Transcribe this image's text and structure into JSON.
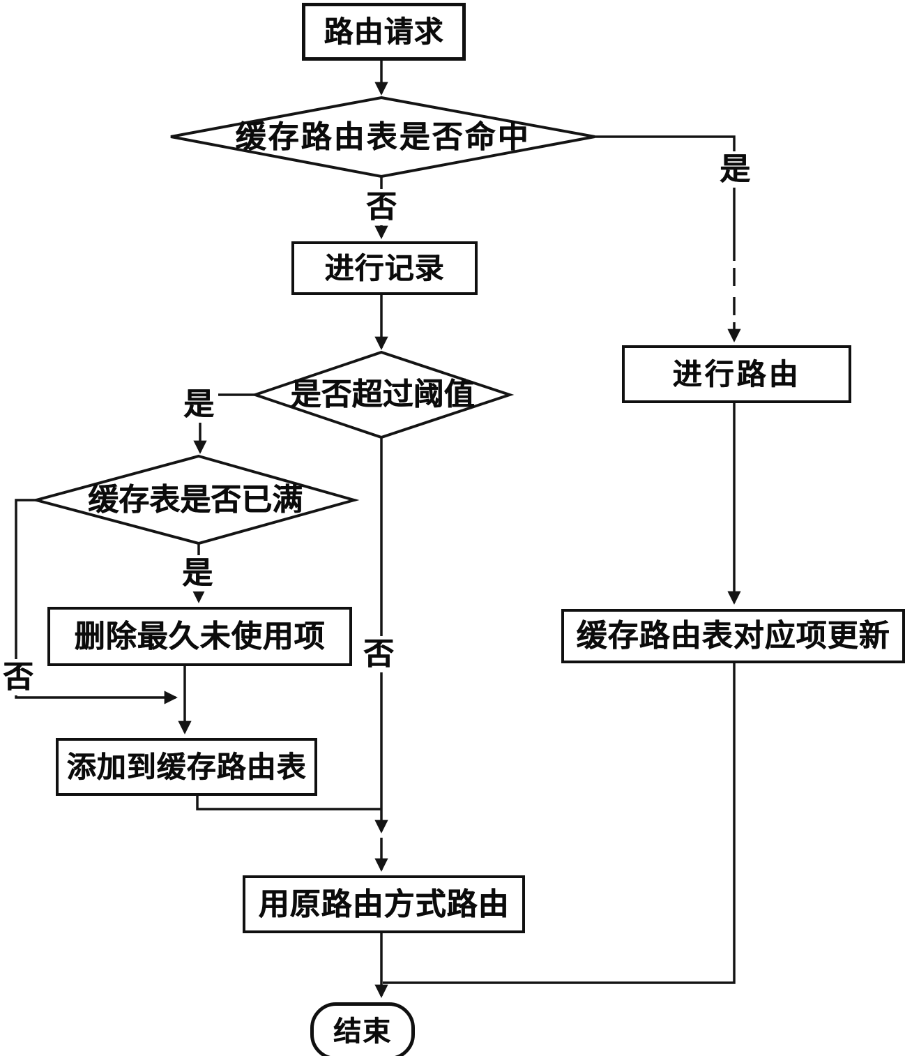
{
  "figure": {
    "kind": "flowchart",
    "background_color": "#ffffff",
    "ink_color": "#111111"
  },
  "nodes": {
    "start": {
      "label": "路由请求",
      "shape": "process"
    },
    "cache_hit": {
      "label": "缓存路由表是否命中",
      "shape": "decision"
    },
    "record": {
      "label": "进行记录",
      "shape": "process"
    },
    "over_threshold": {
      "label": "是否超过阈值",
      "shape": "decision"
    },
    "cache_full": {
      "label": "缓存表是否已满",
      "shape": "decision"
    },
    "delete_lru": {
      "label": "删除最久未使用项",
      "shape": "process"
    },
    "add_to_cache": {
      "label": "添加到缓存路由表",
      "shape": "process"
    },
    "route_original": {
      "label": "用原路由方式路由",
      "shape": "process"
    },
    "do_routing": {
      "label": "进行路由",
      "shape": "process"
    },
    "update_cache_entry": {
      "label": "缓存路由表对应项更新",
      "shape": "process"
    },
    "end": {
      "label": "结束",
      "shape": "terminator"
    }
  },
  "edge_labels": {
    "cache_hit_no": "否",
    "cache_hit_yes": "是",
    "over_threshold_yes": "是",
    "over_threshold_no": "否",
    "cache_full_yes": "是",
    "cache_full_no": "否"
  }
}
